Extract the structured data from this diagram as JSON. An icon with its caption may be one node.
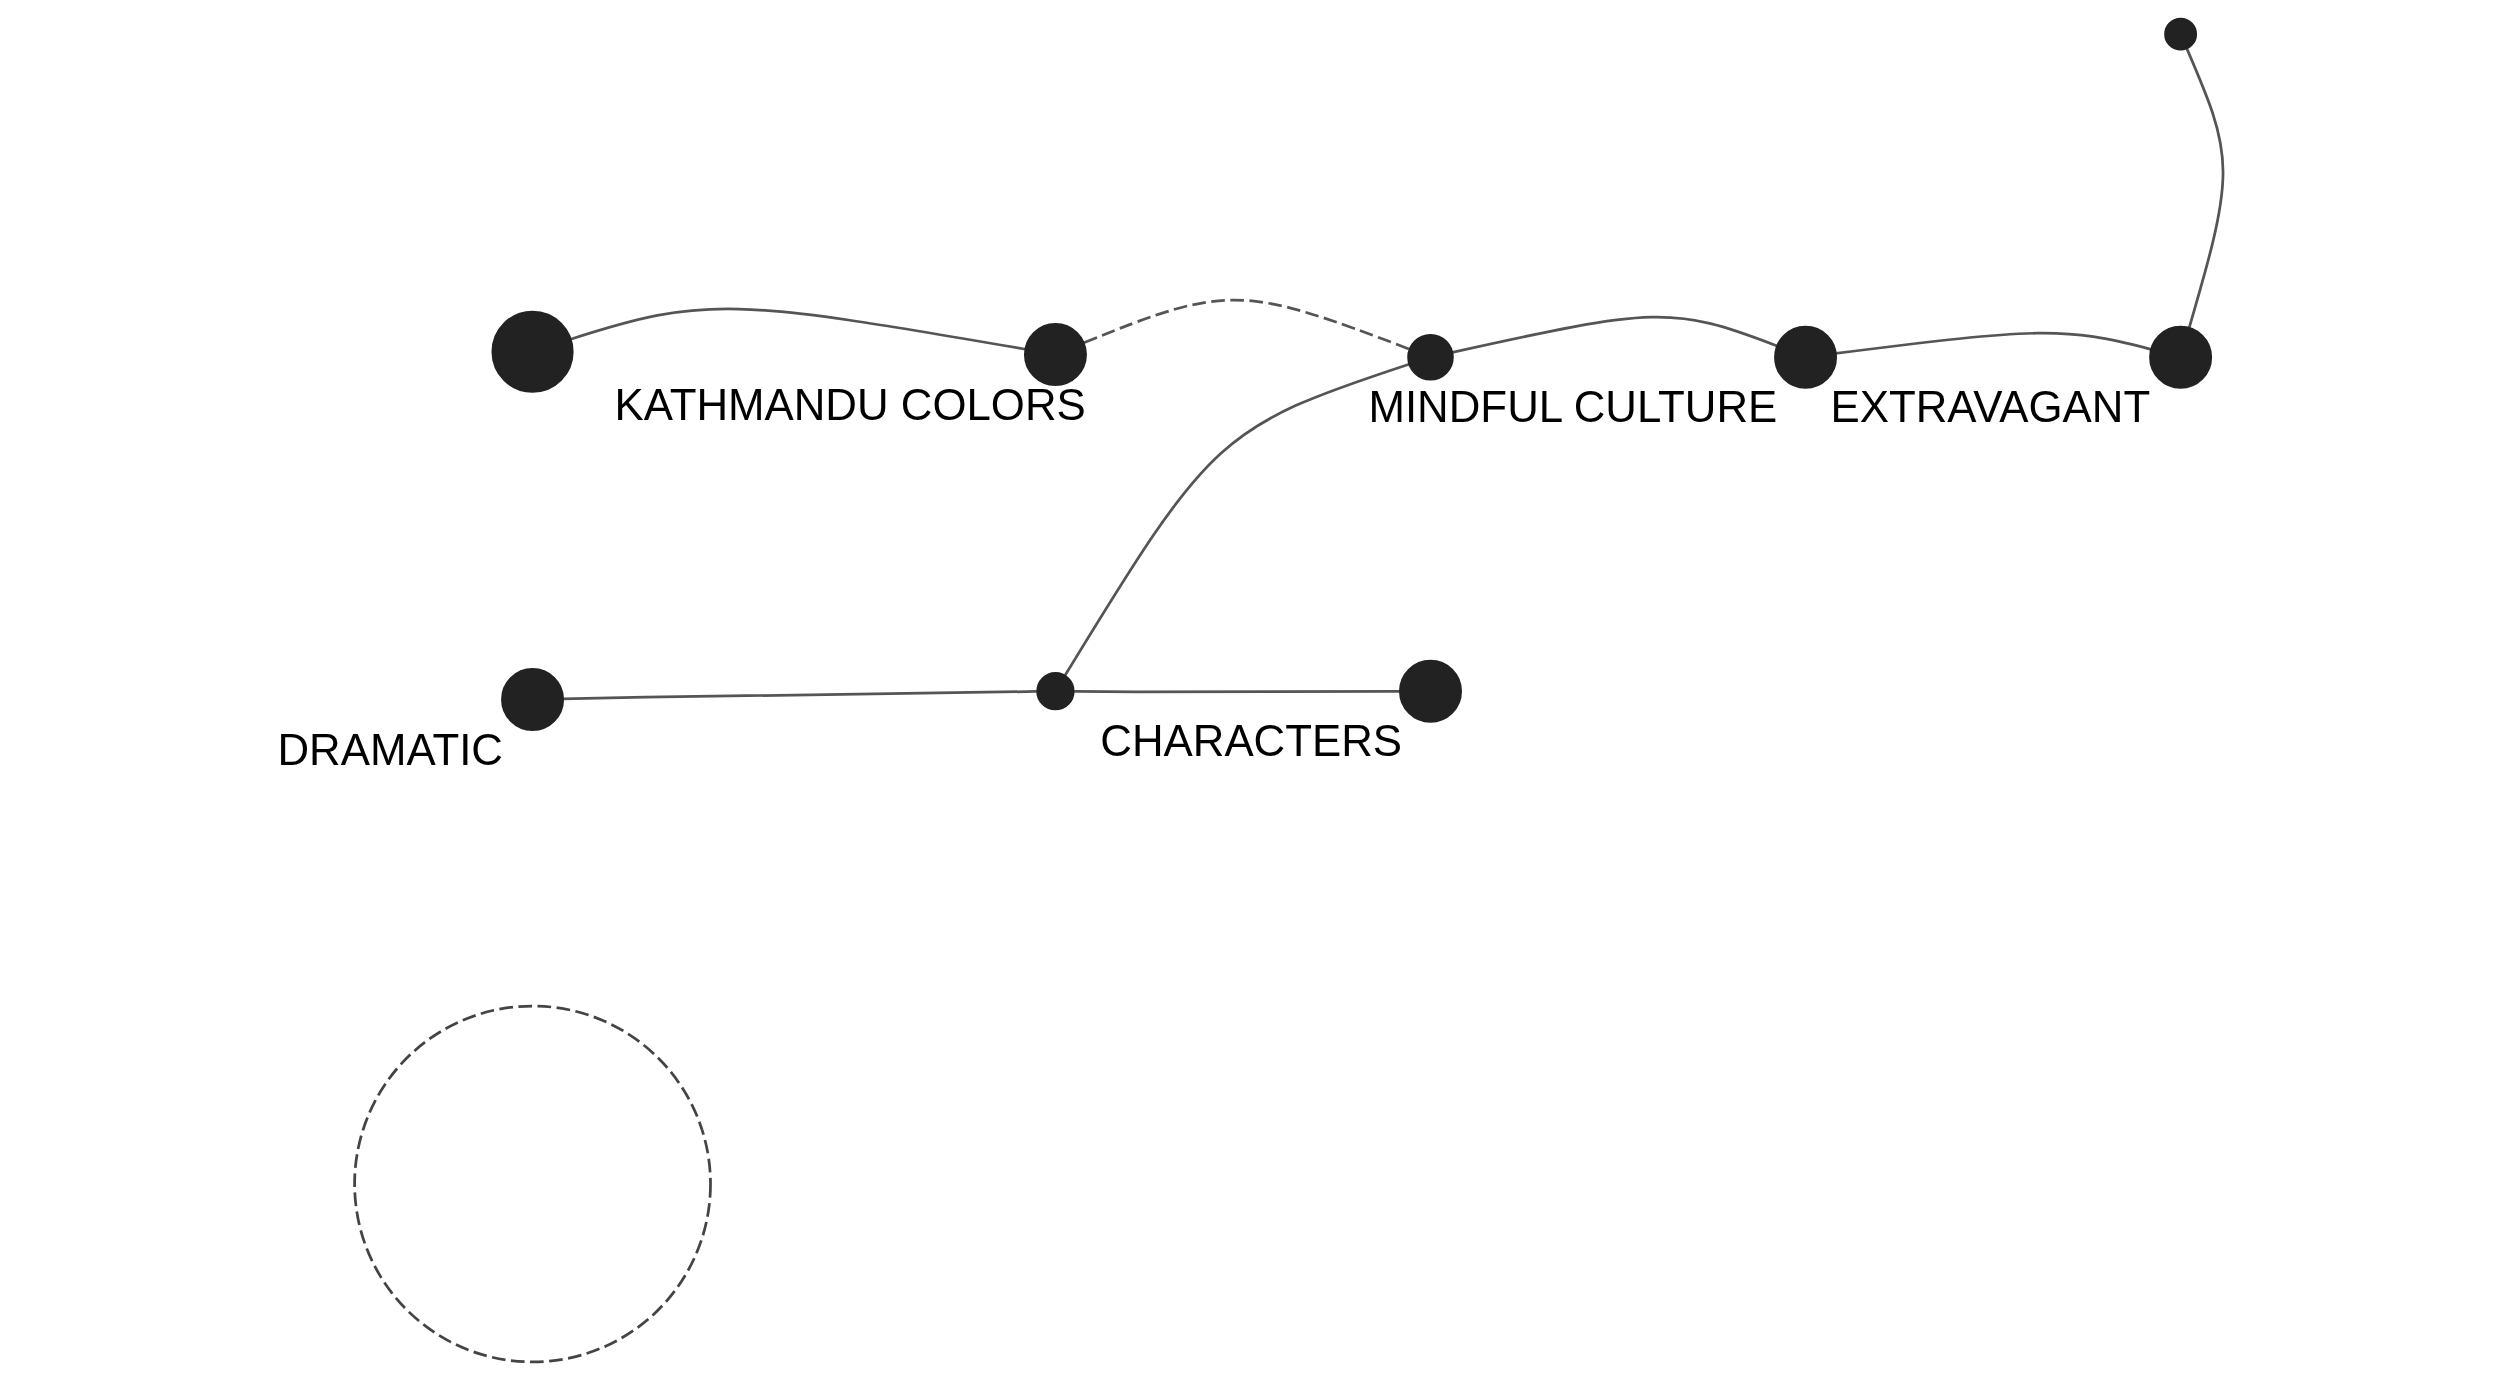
{
  "diagram": {
    "nodes": [
      {
        "text": [],
        "shape": "circle"
      },
      {
        "text": [],
        "shape": "circle"
      },
      {
        "text": [],
        "shape": "circle",
        "beside": [
          "DRAMATIC"
        ]
      },
      {
        "text": [],
        "shape": "circle"
      },
      {
        "text": [],
        "shape": "circle",
        "beside": [
          "CHARACTERS"
        ]
      },
      {
        "text": [],
        "shape": "circle",
        "beside": [
          "KATHMANDU COLORS"
        ]
      },
      {
        "text": [],
        "shape": "circle"
      },
      {
        "text": [],
        "shape": "circle",
        "beside": [
          "MINDFUL CULTURE"
        ]
      },
      {
        "text": [],
        "shape": "circle",
        "beside": [
          "EXTRAVAGANT"
        ]
      },
      {
        "text": [],
        "shape": "circle"
      }
    ],
    "edges": [
      {
        "from": 1,
        "to": 5,
        "arrow": "none"
      },
      {
        "from": 5,
        "to": 6,
        "arrow": "none",
        "style": "dashed"
      },
      {
        "from": 2,
        "to": 3,
        "arrow": "none"
      },
      {
        "from": 3,
        "to": 4,
        "arrow": "none"
      },
      {
        "from": 3,
        "to": 6,
        "arrow": "none"
      },
      {
        "from": 6,
        "to": 7,
        "arrow": "none"
      },
      {
        "from": 7,
        "to": 8,
        "arrow": "none"
      },
      {
        "from": 9,
        "to": 8,
        "arrow": "none"
      }
    ]
  }
}
